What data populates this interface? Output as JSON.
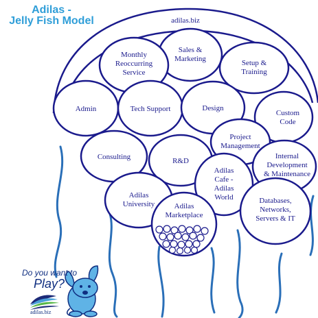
{
  "title": {
    "line1": "Adilas -",
    "line2": "Jelly Fish Model"
  },
  "dome_label": "adilas.biz",
  "bubbles": [
    {
      "id": "sales",
      "lines": [
        "Sales &",
        "Marketing"
      ]
    },
    {
      "id": "monthly",
      "lines": [
        "Monthly",
        "Reoccurring",
        "Service"
      ]
    },
    {
      "id": "setup",
      "lines": [
        "Setup &",
        "Training"
      ]
    },
    {
      "id": "admin",
      "lines": [
        "Admin"
      ]
    },
    {
      "id": "tech",
      "lines": [
        "Tech Support"
      ]
    },
    {
      "id": "design",
      "lines": [
        "Design"
      ]
    },
    {
      "id": "custom",
      "lines": [
        "Custom",
        "Code"
      ]
    },
    {
      "id": "project",
      "lines": [
        "Project",
        "Management"
      ]
    },
    {
      "id": "consulting",
      "lines": [
        "Consulting"
      ]
    },
    {
      "id": "rd",
      "lines": [
        "R&D"
      ]
    },
    {
      "id": "internal",
      "lines": [
        "Internal",
        "Development",
        "& Maintenance"
      ]
    },
    {
      "id": "cafe",
      "lines": [
        "Adilas",
        "Cafe -",
        "Adilas",
        "World"
      ]
    },
    {
      "id": "university",
      "lines": [
        "Adilas",
        "University"
      ]
    },
    {
      "id": "marketplace",
      "lines": [
        "Adilas",
        "Marketplace"
      ]
    },
    {
      "id": "databases",
      "lines": [
        "Databases,",
        "Networks,",
        "Servers & IT"
      ]
    }
  ],
  "promo": {
    "line1": "Do you want to",
    "line2": "Play?"
  },
  "logo_caption": "adilas.biz",
  "colors": {
    "outline": "#1a1a8c",
    "title": "#2f9ed8",
    "tentacle": "#2a6fb8",
    "promo": "#0f2e80",
    "dog": "#5fb3e6"
  }
}
